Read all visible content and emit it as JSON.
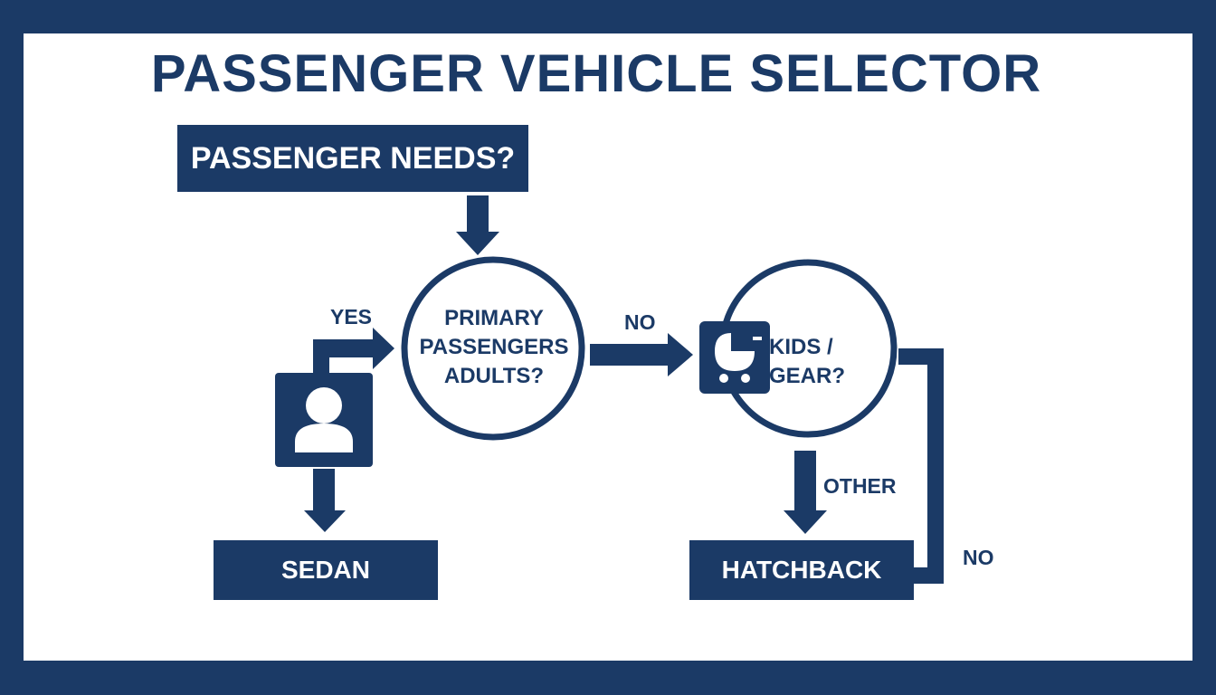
{
  "title": "PASSENGER VEHICLE SELECTOR",
  "nodes": {
    "start": "PASSENGER NEEDS?",
    "q1": "PRIMARY PASSENGERS ADULTS?",
    "q1_lines": [
      "PRIMARY",
      "PASSENGERS",
      "ADULTS?"
    ],
    "q2_lines": [
      "KIDS /",
      "GEAR?"
    ],
    "sedan": "SEDAN",
    "hatchback": "HATCHBACK"
  },
  "edges": {
    "yes": "YES",
    "no_to_q2": "NO",
    "other": "OTHER",
    "no_loop": "NO"
  },
  "icons": {
    "adult": "person-icon",
    "kids": "stroller-icon"
  },
  "colors": {
    "primary": "#1b3a66",
    "background": "#ffffff"
  }
}
